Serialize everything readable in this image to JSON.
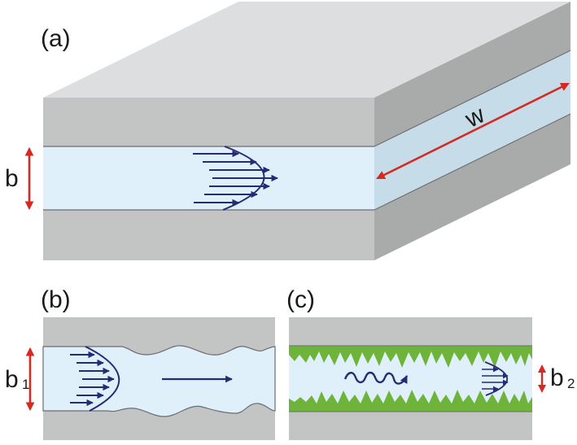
{
  "figure": {
    "panels": [
      {
        "id": "a",
        "label": "(a)",
        "description": "Parallel-plate fracture with aperture b and width w, parabolic (Poiseuille) velocity profile",
        "dimensions": {
          "aperture_label": "b",
          "width_label": "w"
        },
        "velocity_arrows": 7
      },
      {
        "id": "b",
        "label": "(b)",
        "description": "Rough-walled fracture with aperture b1, parabolic profile and mean flow arrow",
        "dimensions": {
          "aperture_label": "b",
          "aperture_subscript": "1"
        },
        "velocity_arrows": 7
      },
      {
        "id": "c",
        "label": "(c)",
        "description": "Fracture with mineral coating (green) reducing aperture to b2, tortuous wavy flow arrow and small parabolic profile",
        "dimensions": {
          "aperture_label": "b",
          "aperture_subscript": "2"
        },
        "velocity_arrows": 4
      }
    ],
    "colors": {
      "rock_front": "#c3c5c5",
      "rock_top": "#dcdedf",
      "rock_side": "#a9abab",
      "fluid_front": "#dff0fa",
      "fluid_side": "#c6dce8",
      "coating": "#6fb43a",
      "dimension_arrow": "#d42a22",
      "flow_arrow": "#262b73",
      "wall_line": "#6a6d70"
    }
  }
}
